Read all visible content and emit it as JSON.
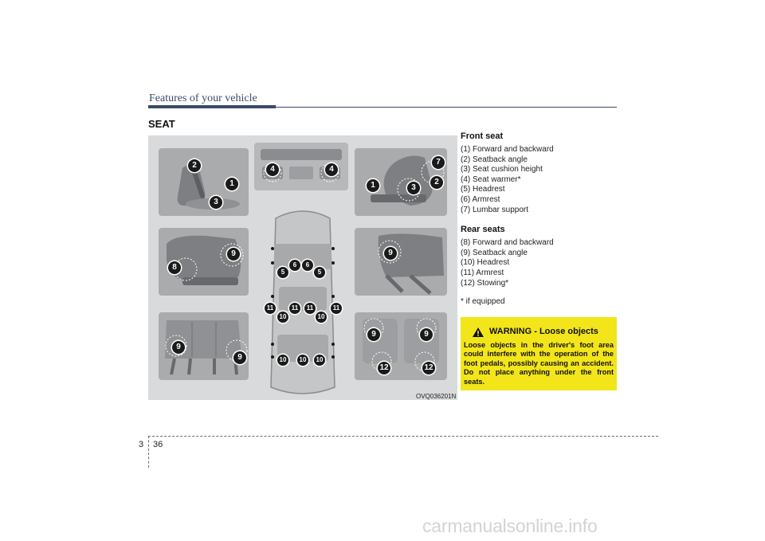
{
  "header": {
    "title": "Features of your vehicle"
  },
  "section": {
    "title": "SEAT"
  },
  "figure": {
    "code": "OVQ036201N",
    "badges": {
      "n1": "1",
      "n2": "2",
      "n3": "3",
      "n4": "4",
      "n5": "5",
      "n6": "6",
      "n7": "7",
      "n8": "8",
      "n9": "9",
      "n10": "10",
      "n11": "11",
      "n12": "12"
    }
  },
  "front_seat": {
    "title": "Front seat",
    "items": [
      "(1) Forward and backward",
      "(2) Seatback angle",
      "(3) Seat cushion height",
      "(4) Seat warmer*",
      "(5) Headrest",
      "(6) Armrest",
      "(7) Lumbar support"
    ]
  },
  "rear_seats": {
    "title": "Rear seats",
    "items": [
      "(8) Forward and backward",
      "(9) Seatback angle",
      "(10) Headrest",
      "(11) Armrest",
      "(12) Stowing*"
    ]
  },
  "note": "* if equipped",
  "warning": {
    "title": "WARNING - Loose objects",
    "body": "Loose objects in the driver's foot area could interfere with the operation of the foot pedals, possibly causing an accident. Do not place anything under the front seats."
  },
  "footer": {
    "chapter": "3",
    "page": "36"
  },
  "watermark": "carmanualsonline.info",
  "colors": {
    "brand": "#3b4a6b",
    "warning_bg": "#f2e51a",
    "figure_bg": "#d9dadb"
  }
}
